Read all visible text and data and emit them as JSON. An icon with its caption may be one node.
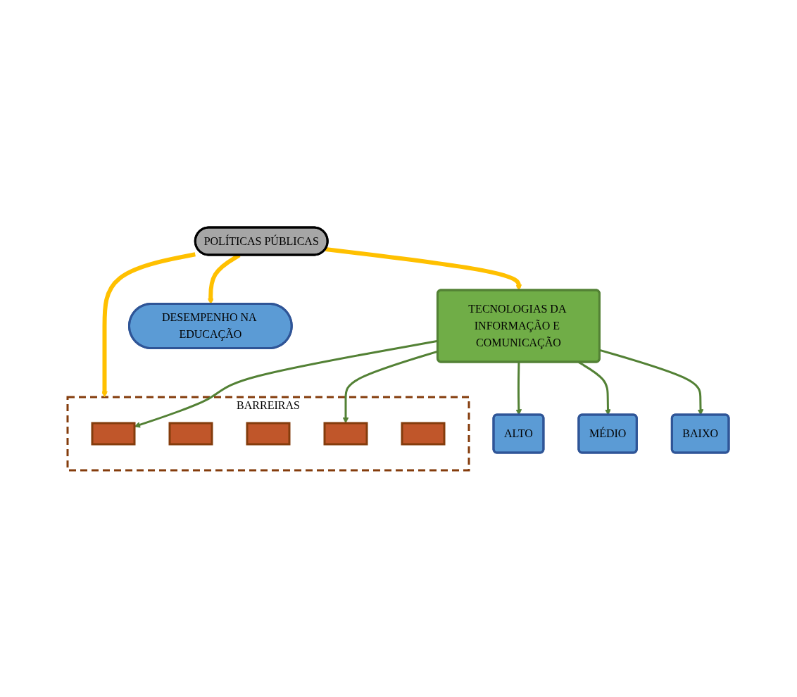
{
  "diagram": {
    "nodes": [
      {
        "text": [
          "POLÍTICAS PÚBLICAS"
        ]
      },
      {
        "text": [
          "TECNOLOGIAS DA INFORMAÇÃO E COMUNICAÇÃO"
        ]
      },
      {
        "text": [
          "BARREIRAS"
        ]
      },
      {
        "text": [],
        "shape": "box",
        "in": 2
      },
      {
        "text": [],
        "shape": "box",
        "in": 2
      },
      {
        "text": [],
        "shape": "box",
        "in": 2
      },
      {
        "text": [],
        "shape": "box",
        "in": 2
      },
      {
        "text": [],
        "shape": "box",
        "in": 2
      },
      {
        "text": [
          "DESEMPENHO NA EDUCAÇÃO"
        ]
      },
      {
        "text": [
          "ALTO"
        ]
      },
      {
        "text": [
          "MÉDIO"
        ]
      },
      {
        "text": [
          "BAIXO"
        ]
      }
    ],
    "edges": [
      {
        "from": 0,
        "to": 1,
        "arrow": "to",
        "style": "thick",
        "color": "#ffc000"
      },
      {
        "from": 0,
        "to": 2,
        "arrow": "to",
        "style": "thick",
        "color": "#ffc000"
      },
      {
        "from": 0,
        "to": 8,
        "arrow": "to",
        "style": "thick",
        "color": "#ffc000"
      },
      {
        "from": 1,
        "to": 9,
        "arrow": "to"
      },
      {
        "from": 1,
        "to": 3,
        "arrow": "to"
      },
      {
        "from": 1,
        "to": 10,
        "arrow": "to"
      },
      {
        "from": 1,
        "to": 11,
        "arrow": "to"
      },
      {
        "from": 1,
        "to": 6,
        "arrow": "to"
      }
    ]
  }
}
